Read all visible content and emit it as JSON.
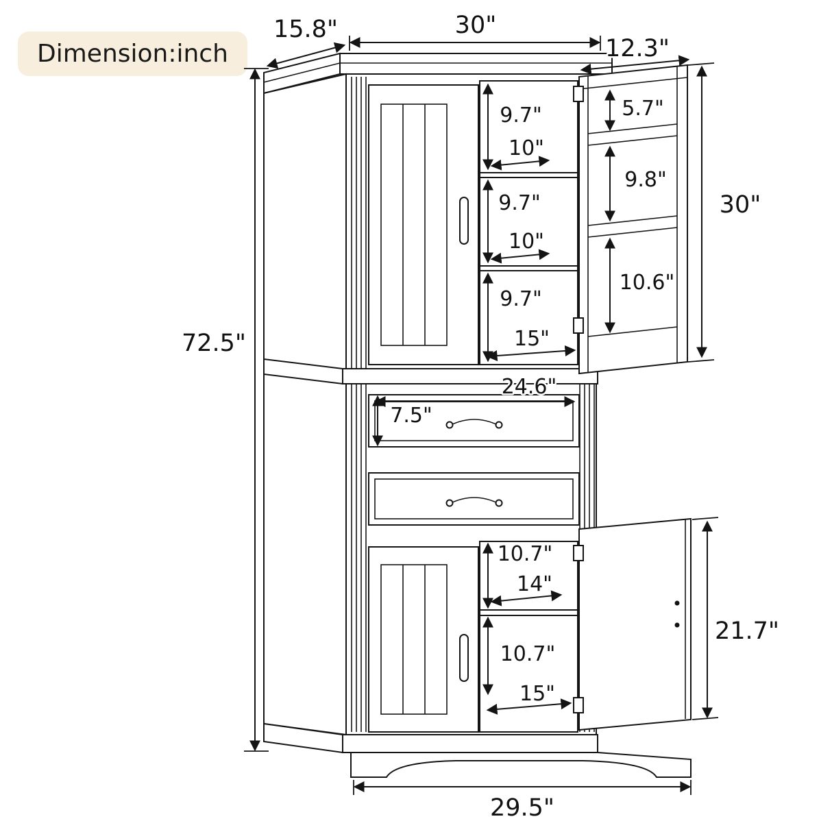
{
  "badge": {
    "label": "Dimension:inch"
  },
  "diagram": {
    "top": {
      "depth": "15.8\"",
      "width": "30\"",
      "open_door_width": "12.3\""
    },
    "left": {
      "total_height": "72.5\""
    },
    "upper_cabinet": {
      "section_1": "9.7\"",
      "shelf_depth_1": "10\"",
      "section_2": "9.7\"",
      "shelf_depth_2": "10\"",
      "section_3": "9.7\"",
      "interior_width": "15\""
    },
    "upper_door": {
      "top_section": "5.7\"",
      "middle_section": "9.8\"",
      "height": "30\"",
      "bottom_section": "10.6\""
    },
    "drawers": {
      "width": "24.6\"",
      "height": "7.5\""
    },
    "lower_cabinet": {
      "top_section": "10.7\"",
      "shelf_depth": "14\"",
      "bottom_section": "10.7\"",
      "interior_width": "15\""
    },
    "lower_door": {
      "height": "21.7\""
    },
    "base": {
      "width": "29.5\""
    }
  }
}
